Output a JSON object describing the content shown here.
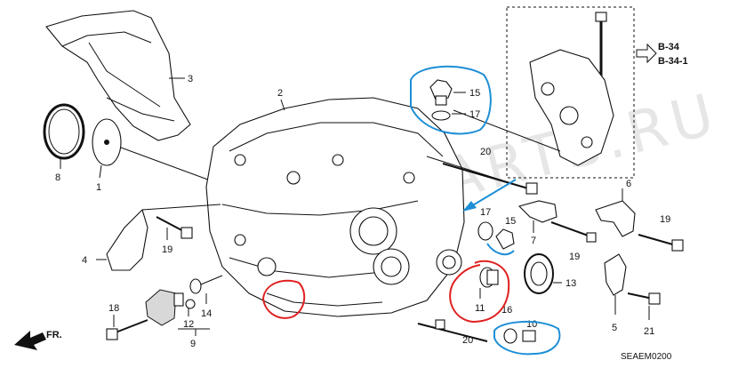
{
  "callouts": {
    "p1": "1",
    "p2": "2",
    "p3": "3",
    "p4": "4",
    "p5": "5",
    "p6": "6",
    "p7": "7",
    "p8": "8",
    "p9": "9",
    "p10": "10",
    "p11": "11",
    "p12": "12",
    "p13": "13",
    "p14": "14",
    "p15a": "15",
    "p15b": "15",
    "p16": "16",
    "p17a": "17",
    "p17b": "17",
    "p18": "18",
    "p19a": "19",
    "p19b": "19",
    "p19c": "19",
    "p20a": "20",
    "p20b": "20",
    "p21": "21"
  },
  "refs": {
    "b34": "B-34",
    "b341": "B-34-1"
  },
  "code": "SEAEM0200",
  "front": "FR.",
  "watermark": "WWW.PARTS.RU",
  "colors": {
    "ink": "#111111",
    "blue_mark": "#1e8fd6",
    "red_mark": "#e02020",
    "watermark": "#c9c9c9"
  }
}
